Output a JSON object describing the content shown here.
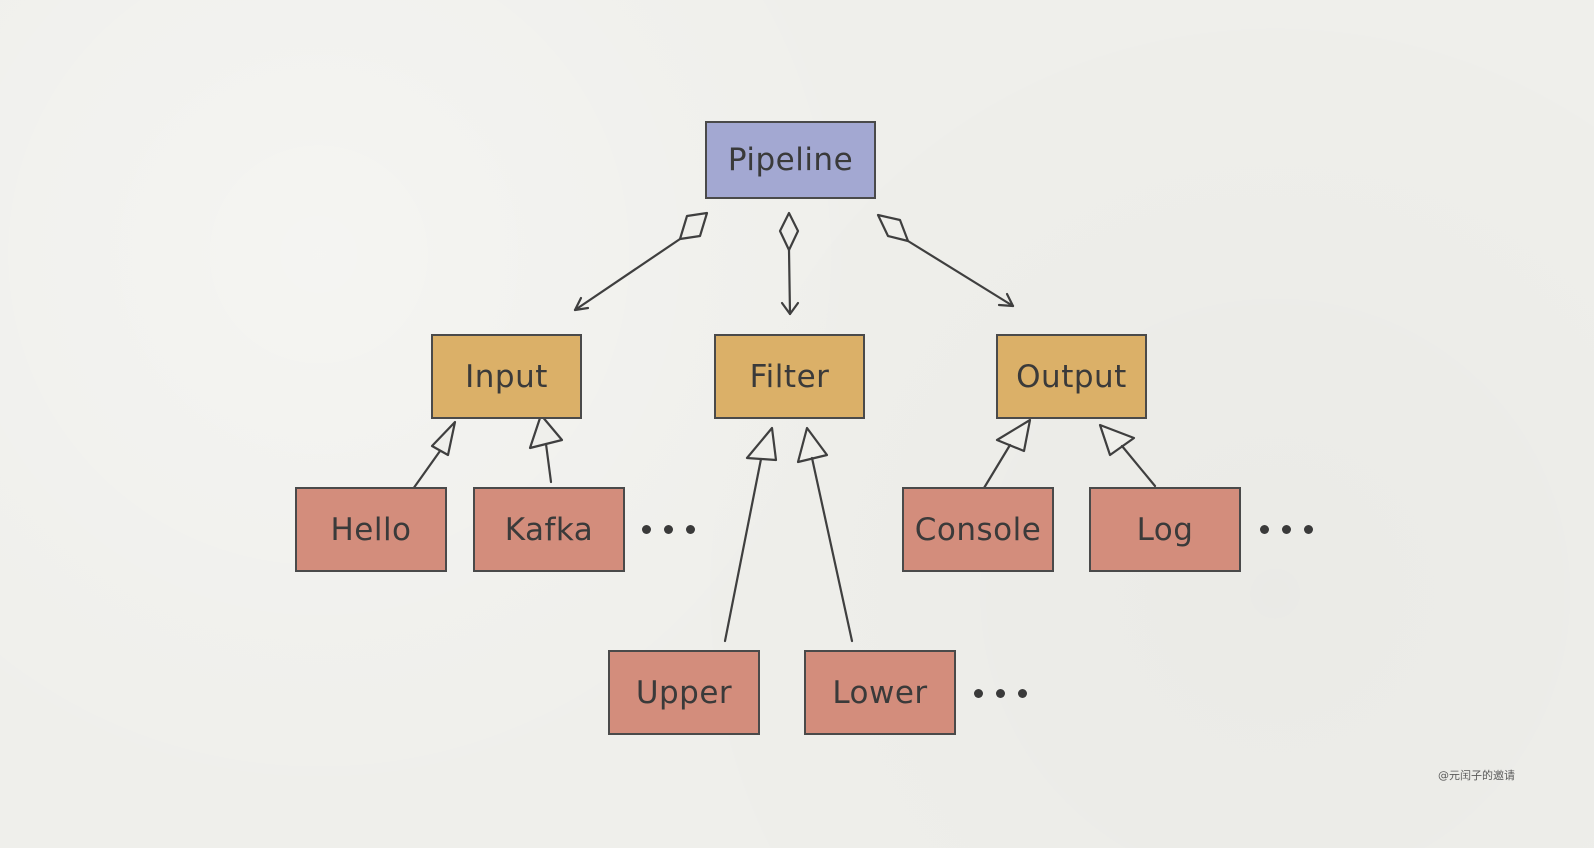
{
  "diagram": {
    "root": {
      "label": "Pipeline"
    },
    "stages": [
      {
        "label": "Input"
      },
      {
        "label": "Filter"
      },
      {
        "label": "Output"
      }
    ],
    "implementations": {
      "input": [
        {
          "label": "Hello"
        },
        {
          "label": "Kafka"
        }
      ],
      "filter": [
        {
          "label": "Upper"
        },
        {
          "label": "Lower"
        }
      ],
      "output": [
        {
          "label": "Console"
        },
        {
          "label": "Log"
        }
      ]
    },
    "relationships": {
      "root_to_stages": "aggregation",
      "implementations_to_stages": "generalization"
    },
    "colors": {
      "root_fill": "#a3a8d2",
      "stage_fill": "#dbb068",
      "implementation_fill": "#d38d7c",
      "stroke": "#4a4a4a",
      "background": "#efefeb"
    }
  },
  "watermark": "@元闰子的邀请"
}
